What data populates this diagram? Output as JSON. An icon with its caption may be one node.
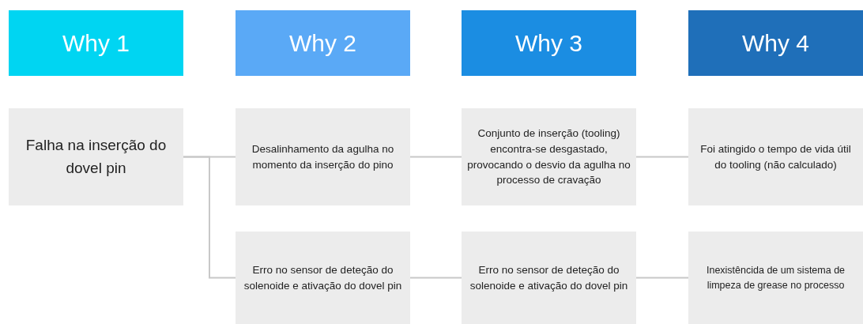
{
  "diagram": {
    "nodes": [
      {
        "text": [
          "Why 1"
        ]
      },
      {
        "text": [
          "Why 2"
        ]
      },
      {
        "text": [
          "Why 3"
        ]
      },
      {
        "text": [
          "Why 4"
        ]
      },
      {
        "text": [
          "Falha na inserção do dovel pin"
        ]
      },
      {
        "text": [
          "Desalinhamento da agulha no momento da inserção do pino"
        ]
      },
      {
        "text": [
          "Conjunto de inserção (tooling) encontra-se desgastado, provocando o desvio da agulha no processo de cravação"
        ]
      },
      {
        "text": [
          "Foi atingido o tempo de vida útil do tooling (não calculado)"
        ]
      },
      {
        "text": [
          "Erro no sensor de deteção do solenoide e ativação do dovel pin"
        ]
      },
      {
        "text": [
          "Erro no sensor de deteção do solenoide e ativação do dovel pin"
        ]
      },
      {
        "text": [
          "Inexistêncida de um sistema de limpeza de grease no processo"
        ]
      }
    ],
    "edges": [
      {
        "from": 4,
        "to": 5,
        "arrow": "none"
      },
      {
        "from": 4,
        "to": 8,
        "arrow": "none"
      },
      {
        "from": 5,
        "to": 6,
        "arrow": "none"
      },
      {
        "from": 6,
        "to": 7,
        "arrow": "none"
      },
      {
        "from": 8,
        "to": 9,
        "arrow": "none"
      },
      {
        "from": 9,
        "to": 10,
        "arrow": "none"
      }
    ]
  }
}
